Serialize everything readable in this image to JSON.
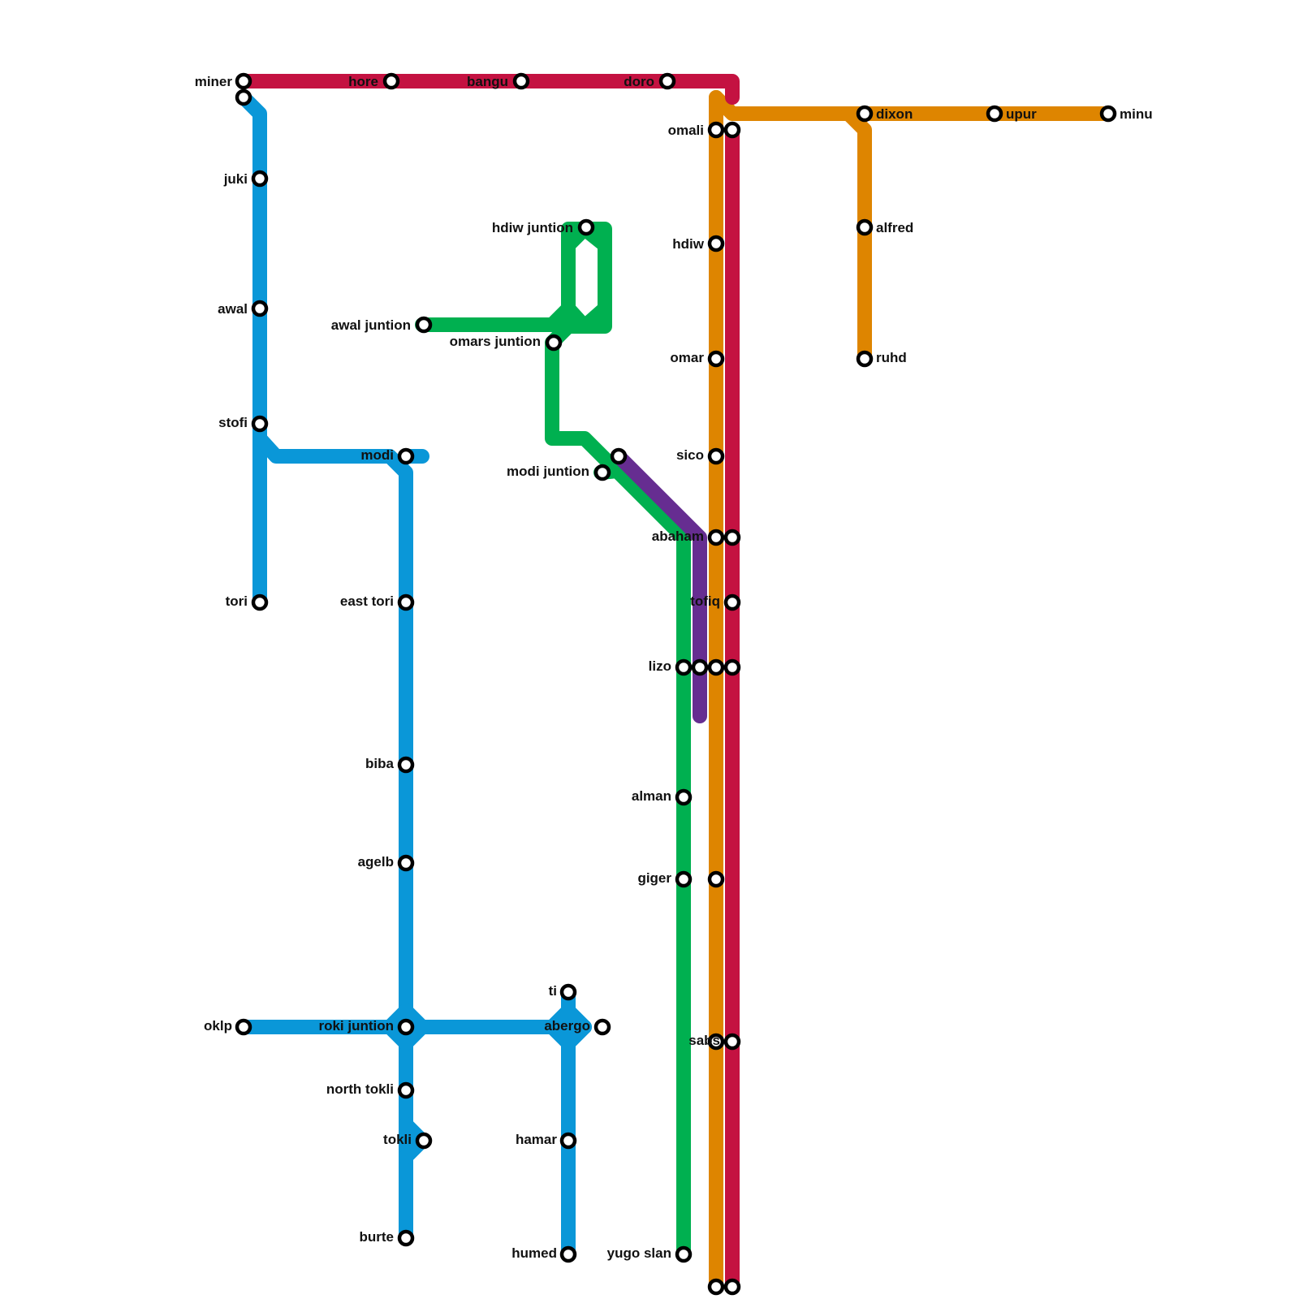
{
  "map": {
    "lines": [
      {
        "id": "red",
        "color": "#c41241"
      },
      {
        "id": "orange",
        "color": "#de8500"
      },
      {
        "id": "blue",
        "color": "#0a97d8"
      },
      {
        "id": "green",
        "color": "#00b050"
      },
      {
        "id": "purple",
        "color": "#662d91"
      }
    ],
    "stations": {
      "miner": "miner",
      "hore": "hore",
      "bangu": "bangu",
      "doro": "doro",
      "dixon": "dixon",
      "upur": "upur",
      "minu": "minu",
      "omali": "omali",
      "juki": "juki",
      "hdiw_juntion": "hdiw juntion",
      "hdiw": "hdiw",
      "alfred": "alfred",
      "awal": "awal",
      "awal_juntion": "awal juntion",
      "omars_juntion": "omars juntion",
      "omar": "omar",
      "ruhd": "ruhd",
      "stofi": "stofi",
      "modi": "modi",
      "modi_juntion": "modi juntion",
      "sico": "sico",
      "abaham": "abaham",
      "tori": "tori",
      "east_tori": "east tori",
      "tofiq": "tofiq",
      "lizo": "lizo",
      "biba": "biba",
      "alman": "alman",
      "agelb": "agelb",
      "giger": "giger",
      "ti": "ti",
      "oklp": "oklp",
      "roki_juntion": "roki juntion",
      "abergo": "abergo",
      "sabs": "sabs",
      "north_tokli": "north tokli",
      "tokli": "tokli",
      "hamar": "hamar",
      "burte": "burte",
      "humed": "humed",
      "yugo_slan": "yugo slan"
    }
  }
}
